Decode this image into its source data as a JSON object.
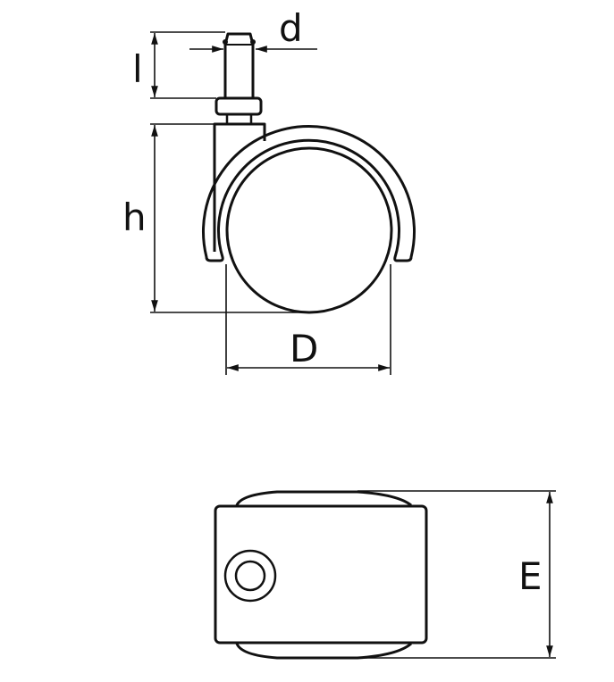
{
  "diagram": {
    "subject": "Swivel caster wheel with stem (side and bottom views)",
    "colors": {
      "line": "#111111",
      "background": "#ffffff"
    },
    "side_view": {
      "labels": {
        "stem_diameter": "d",
        "stem_length": "l",
        "height": "h",
        "wheel_diameter": "D"
      }
    },
    "bottom_view": {
      "labels": {
        "wheel_width": "E"
      }
    }
  }
}
